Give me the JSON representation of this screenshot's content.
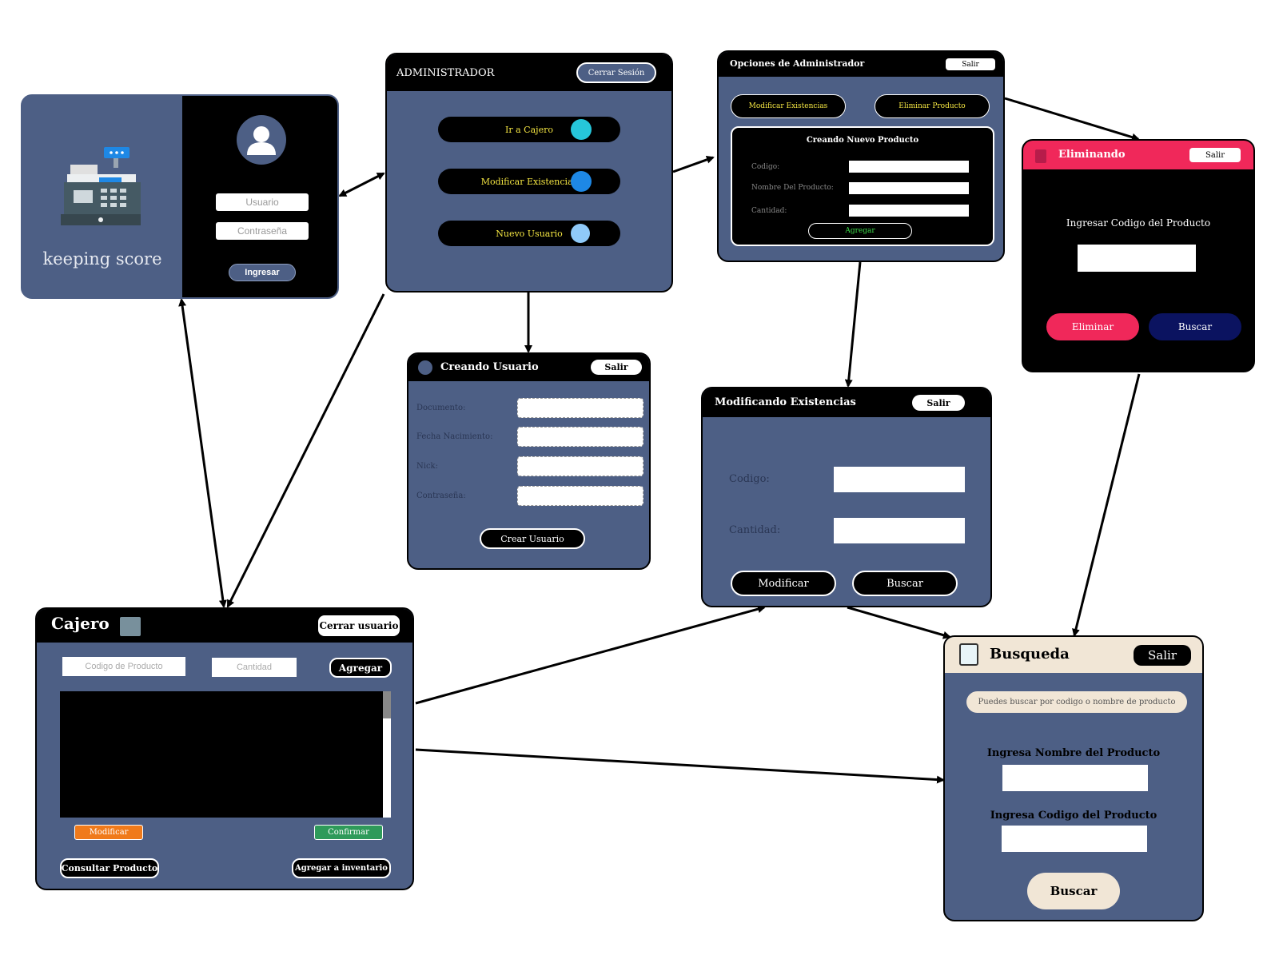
{
  "login": {
    "brand": "keeping score",
    "user_placeholder": "Usuario",
    "pass_placeholder": "Contraseña",
    "login_button": "Ingresar"
  },
  "admin": {
    "title": "ADMINISTRADOR",
    "logout_button": "Cerrar Sesión",
    "menu": [
      "Ir a Cajero",
      "Modificar Existencias",
      "Nuevo Usuario"
    ]
  },
  "admin_options": {
    "title": "Opciones de Administrador",
    "exit_button": "Salir",
    "modify_stock_button": "Modificar Existencias",
    "delete_product_button": "Eliminar Producto",
    "new_product": {
      "title": "Creando Nuevo Producto",
      "labels": [
        "Codigo:",
        "Nombre Del Producto:",
        "Cantidad:"
      ],
      "add_button": "Agregar"
    }
  },
  "delete": {
    "title": "Eliminando",
    "exit_button": "Salir",
    "prompt": "Ingresar Codigo del Producto",
    "delete_button": "Eliminar",
    "search_button": "Buscar"
  },
  "create_user": {
    "title": "Creando Usuario",
    "exit_button": "Salir",
    "labels": [
      "Documento:",
      "Fecha Nacimiento:",
      "Nick:",
      "Contraseña:"
    ],
    "create_button": "Crear Usuario"
  },
  "modify_stock": {
    "title": "Modificando Existencias",
    "exit_button": "Salir",
    "labels": [
      "Codigo:",
      "Cantidad:"
    ],
    "modify_button": "Modificar",
    "search_button": "Buscar"
  },
  "cashier": {
    "title": "Cajero",
    "close_user_button": "Cerrar usuario",
    "code_placeholder": "Codigo de Producto",
    "qty_placeholder": "Cantidad",
    "add_button": "Agregar",
    "modify_button": "Modificar",
    "confirm_button": "Confirmar",
    "query_button": "Consultar Producto",
    "inventory_button": "Agregar a inventario"
  },
  "search": {
    "title": "Busqueda",
    "exit_button": "Salir",
    "hint": "Puedes buscar por codigo o nombre de producto",
    "name_label": "Ingresa Nombre del Producto",
    "code_label": "Ingresa Codigo del Producto",
    "search_button": "Buscar"
  },
  "colors": {
    "panel": "#4d5f85",
    "header": "#000000",
    "accent_yellow": "#f5e642",
    "accent_green": "#3ddc4a",
    "delete_red": "#f0285a",
    "navy": "#0b1360",
    "orange": "#f07a1a",
    "confirm_green": "#2e9a5a",
    "beige": "#f1e6d6"
  }
}
